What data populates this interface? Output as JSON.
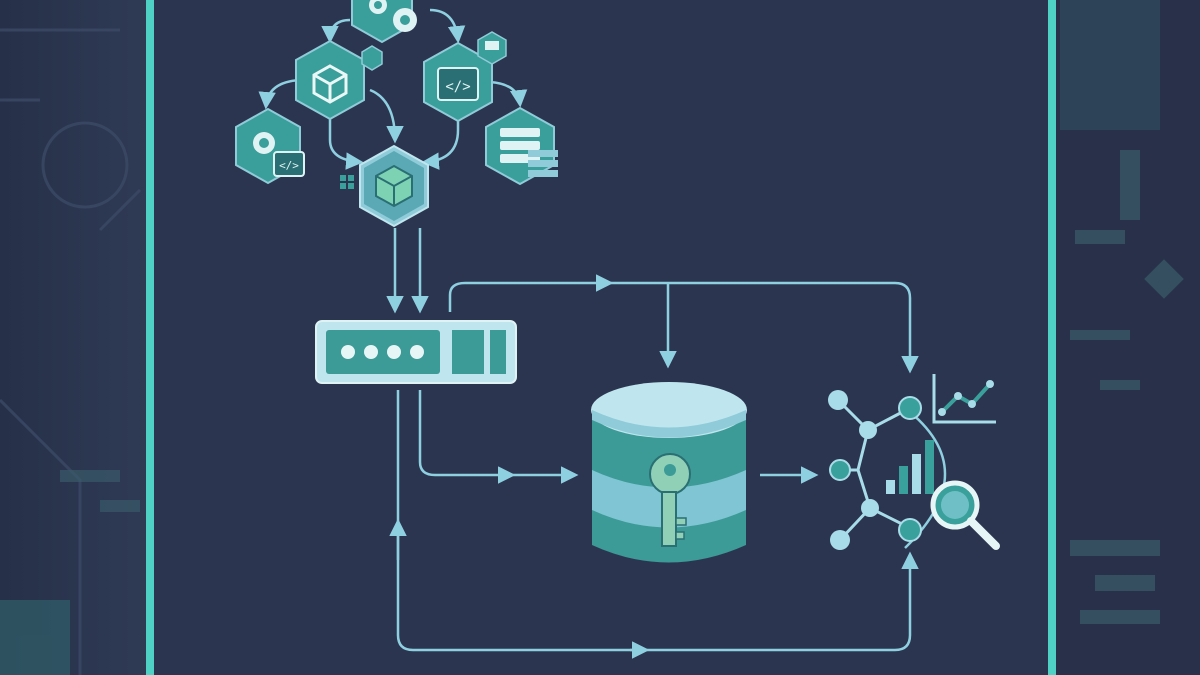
{
  "palette": {
    "background": "#2c3550",
    "side_panel": "#27304a",
    "frame_line": "#4fd1c5",
    "connector": "#8ecfe0",
    "hex_fill": "#3a9e9a",
    "hex_light": "#8fcbd8",
    "db_top": "#bfe6ef",
    "db_band_dark": "#3c9a97",
    "db_band_light": "#7fc5d3",
    "node_dark": "#3aa09b",
    "node_light": "#a8dce8",
    "key": "#8fd0b6"
  },
  "icons": {
    "top_gears": "gears-icon",
    "cube_hex": "cube-icon",
    "code_hex": "code-icon",
    "settings_code_hex": "gear-code-icon",
    "server_hex": "server-rack-icon",
    "merge_cube_hex": "cube-icon",
    "load_balancer": "server-panel-icon",
    "database": "database-icon",
    "database_key": "key-icon",
    "line_chart": "line-chart-icon",
    "bar_chart": "bar-chart-icon",
    "magnifier": "magnifier-icon",
    "network": "network-nodes-icon"
  },
  "diagram": {
    "nodes": [
      "gears",
      "cube",
      "code",
      "gear-code",
      "server-rack",
      "merge-cube",
      "load-balancer",
      "database",
      "analytics"
    ],
    "edges": [
      [
        "gears",
        "cube"
      ],
      [
        "gears",
        "code"
      ],
      [
        "cube",
        "gear-code"
      ],
      [
        "cube",
        "merge-cube"
      ],
      [
        "code",
        "merge-cube"
      ],
      [
        "code",
        "server-rack"
      ],
      [
        "merge-cube",
        "load-balancer"
      ],
      [
        "load-balancer",
        "database"
      ],
      [
        "load-balancer",
        "analytics"
      ],
      [
        "database",
        "analytics"
      ],
      [
        "analytics",
        "load-balancer"
      ]
    ]
  }
}
